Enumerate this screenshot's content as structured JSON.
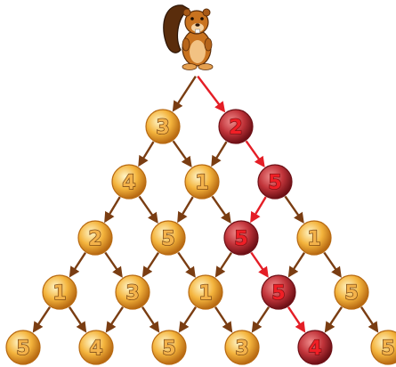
{
  "colors": {
    "path_normal": "#7a3d12",
    "path_selected": "#e41e26",
    "coin_gold_light": "#fff6c9",
    "coin_gold_mid": "#f4b43d",
    "coin_gold_dark": "#b86a12",
    "coin_red_light": "#ef8a8a",
    "coin_red_mid": "#c1343a",
    "coin_red_dark": "#6e1016",
    "num_gold_fill": "#f3b24a",
    "num_gold_stroke": "#6b3b10",
    "num_red_fill": "#f01f26",
    "num_red_stroke": "#7a0d10"
  },
  "beaver": {
    "icon": "beaver-mascot"
  },
  "pyramid": {
    "rows": [
      [
        "3",
        "2"
      ],
      [
        "4",
        "1",
        "5"
      ],
      [
        "2",
        "5",
        "5",
        "1"
      ],
      [
        "1",
        "3",
        "1",
        "5",
        "5"
      ],
      [
        "5",
        "4",
        "5",
        "3",
        "4",
        "5"
      ]
    ],
    "selected_path": [
      1,
      2,
      2,
      3,
      4
    ]
  }
}
